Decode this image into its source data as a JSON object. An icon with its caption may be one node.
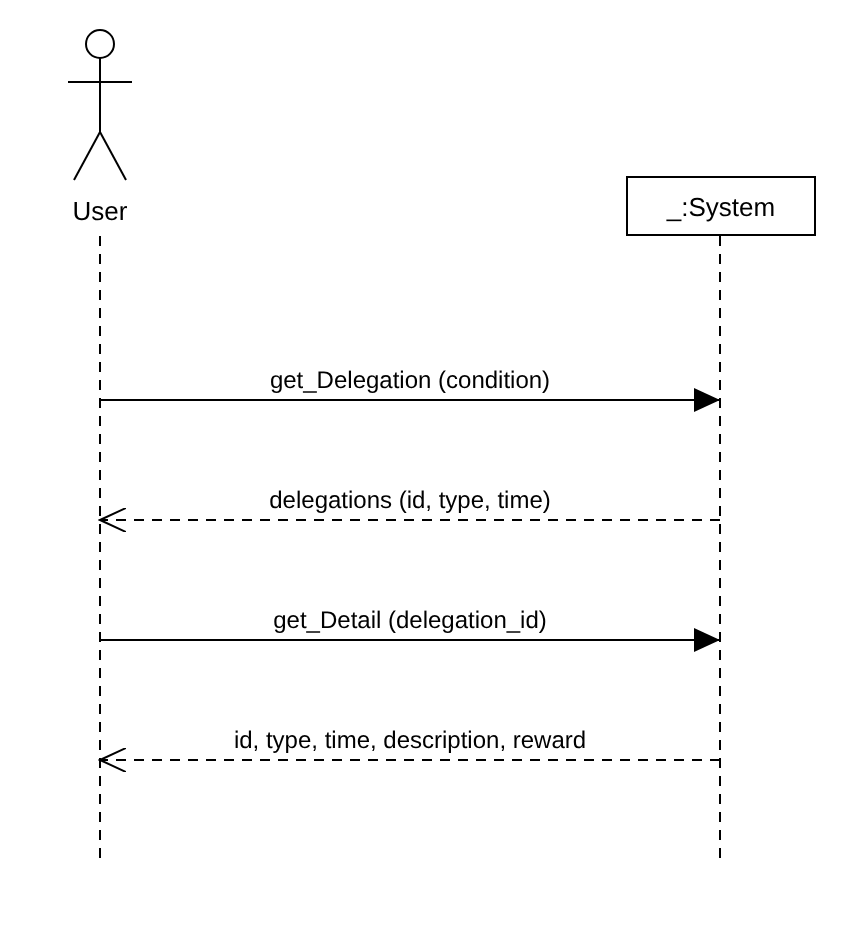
{
  "diagram": {
    "nodes": [
      {
        "text": [
          "User"
        ]
      },
      {
        "text": [
          "_:System"
        ]
      }
    ],
    "edges": [
      {
        "from": 0,
        "to": 1,
        "arrow": "to",
        "label": "get_Delegation (condition)"
      },
      {
        "from": 1,
        "to": 0,
        "arrow": "to",
        "label": "delegations (id, type, time)",
        "style": "dashed"
      },
      {
        "from": 0,
        "to": 1,
        "arrow": "to",
        "label": "get_Detail (delegation_id)"
      },
      {
        "from": 1,
        "to": 0,
        "arrow": "to",
        "label": "id, type, time, description, reward",
        "style": "dashed"
      }
    ]
  }
}
